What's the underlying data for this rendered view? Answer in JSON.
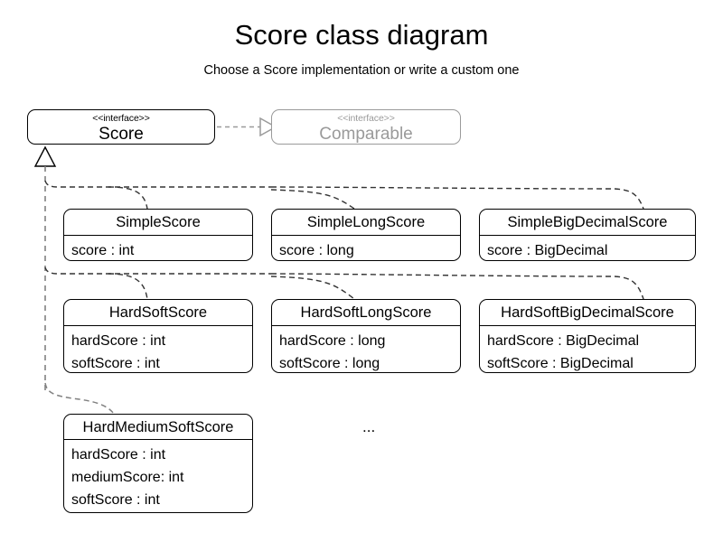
{
  "page": {
    "title": "Score class diagram",
    "subtitle": "Choose a Score implementation or write a custom one",
    "ellipsis": "...",
    "interface_stereotype": "<<interface>>",
    "colors": {
      "stroke": "#000000",
      "muted_stroke": "#9a9a9a",
      "connector": "#808080",
      "background": "#ffffff"
    }
  },
  "interfaces": {
    "score": {
      "stereotype": "<<interface>>",
      "name": "Score"
    },
    "comparable": {
      "stereotype": "<<interface>>",
      "name": "Comparable"
    }
  },
  "classes": [
    {
      "name": "SimpleScore",
      "attributes": [
        "score : int"
      ]
    },
    {
      "name": "SimpleLongScore",
      "attributes": [
        "score : long"
      ]
    },
    {
      "name": "SimpleBigDecimalScore",
      "attributes": [
        "score : BigDecimal"
      ]
    },
    {
      "name": "HardSoftScore",
      "attributes": [
        "hardScore : int",
        "softScore : int"
      ]
    },
    {
      "name": "HardSoftLongScore",
      "attributes": [
        "hardScore : long",
        "softScore : long"
      ]
    },
    {
      "name": "HardSoftBigDecimalScore",
      "attributes": [
        "hardScore : BigDecimal",
        "softScore : BigDecimal"
      ]
    },
    {
      "name": "HardMediumSoftScore",
      "attributes": [
        "hardScore : int",
        "mediumScore: int",
        "softScore : int"
      ]
    }
  ],
  "relations": {
    "score_extends_comparable": "dependency-to-Comparable",
    "implementations_of_score": "generalization-tree"
  }
}
